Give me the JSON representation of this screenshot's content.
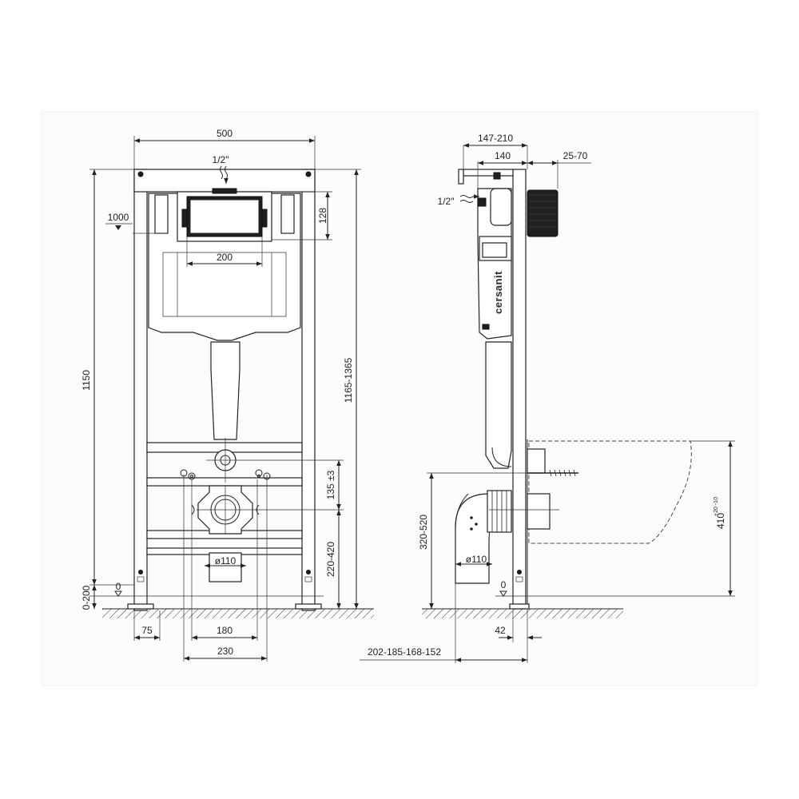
{
  "front_view": {
    "width_total": "500",
    "pipe_label": "1/2\"",
    "level_1000": "1000",
    "height_128": "128",
    "width_200": "200",
    "height_1150": "1150",
    "height_1165_1365": "1165-1365",
    "height_135": "135 ±3",
    "height_220_420": "220-420",
    "diameter_110": "ø110",
    "zero_level": "0",
    "range_0_200": "0-200",
    "width_75": "75",
    "width_180": "180",
    "width_230": "230"
  },
  "side_view": {
    "depth_147_210": "147-210",
    "depth_140": "140",
    "depth_25_70": "25-70",
    "pipe_label": "1/2\"",
    "brand": "cersanit",
    "height_320_520": "320-520",
    "diameter_110": "ø110",
    "zero_level": "0",
    "height_410": "410",
    "tolerance_410": "+20 -10",
    "depth_42": "42",
    "offsets": "202-185-168-152"
  }
}
